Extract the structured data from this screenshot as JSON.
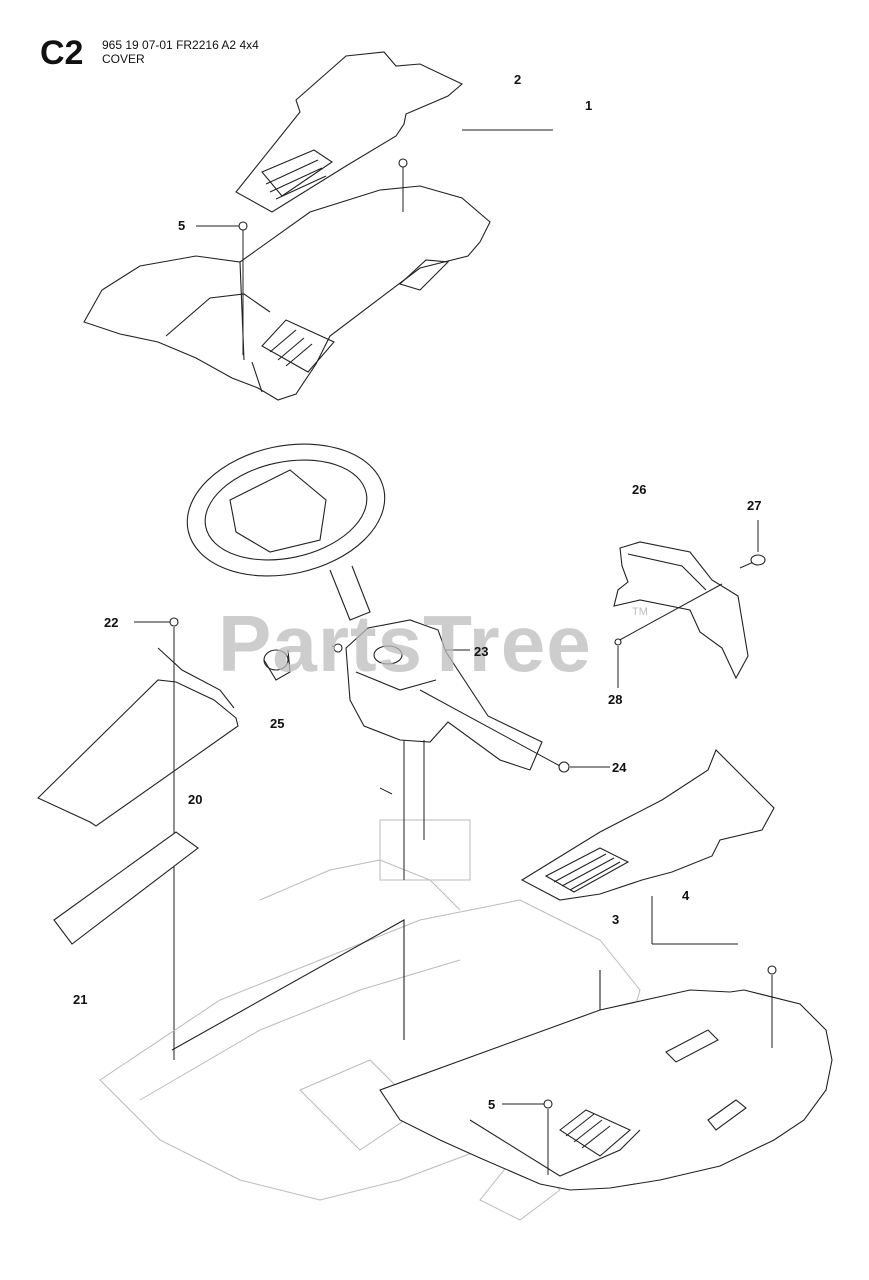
{
  "header": {
    "code": "C2",
    "line1": "965 19 07-01 FR2216 A2 4x4",
    "line2": "COVER"
  },
  "watermark": {
    "text": "PartsTree",
    "tm": "TM"
  },
  "callouts": {
    "c1": "1",
    "c2": "2",
    "c3": "3",
    "c4": "4",
    "c5a": "5",
    "c5b": "5",
    "c20": "20",
    "c21": "21",
    "c22": "22",
    "c23": "23",
    "c24": "24",
    "c25": "25",
    "c26": "26",
    "c27": "27",
    "c28": "28"
  }
}
